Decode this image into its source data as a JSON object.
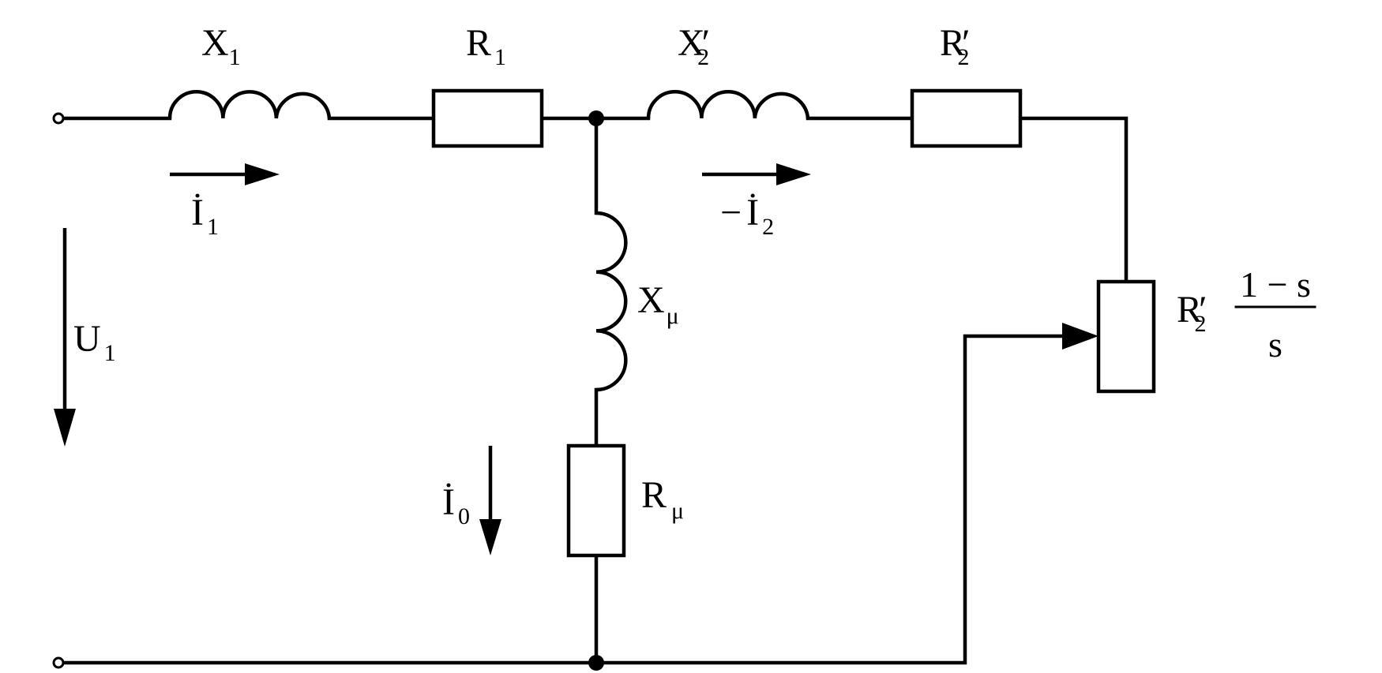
{
  "labels": {
    "x1": {
      "main": "X",
      "sub": "1"
    },
    "r1": {
      "main": "R",
      "sub": "1"
    },
    "x2p": {
      "main": "X",
      "prime": "′",
      "sub": "2"
    },
    "r2p": {
      "main": "R",
      "prime": "′",
      "sub": "2"
    },
    "i1": {
      "main": "İ",
      "sub": "1"
    },
    "i2": {
      "minus": "−",
      "main": "İ",
      "sub": "2"
    },
    "u1": {
      "main": "U",
      "sub": "1"
    },
    "xmu": {
      "main": "X",
      "sub": "μ"
    },
    "rmu": {
      "main": "R",
      "sub": "μ"
    },
    "i0": {
      "main": "İ",
      "sub": "0"
    },
    "load": {
      "main": "R",
      "prime": "′",
      "sub": "2",
      "numerator": "1 − s",
      "denominator": "s"
    }
  },
  "colors": {
    "stroke": "#000000",
    "background": "#ffffff"
  }
}
